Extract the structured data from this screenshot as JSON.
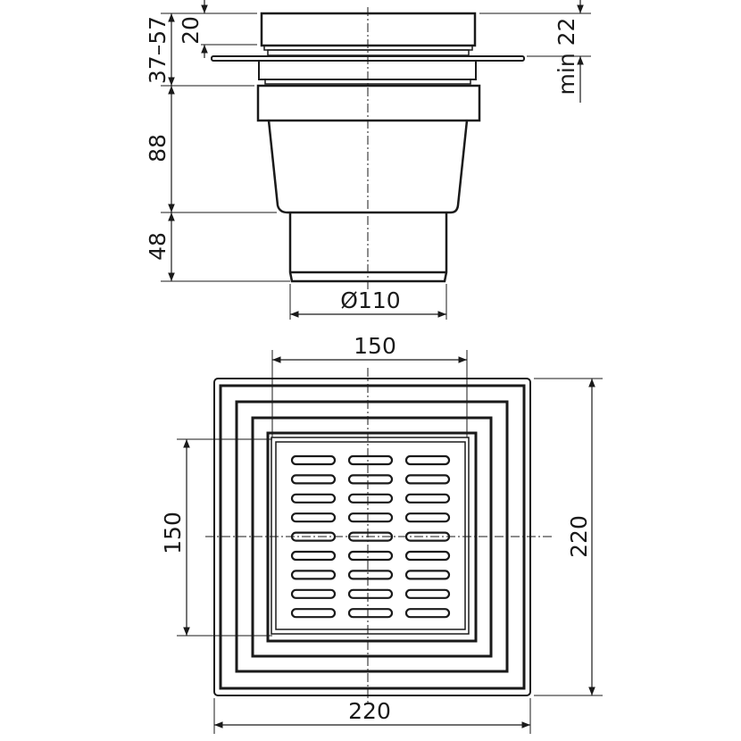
{
  "side_view": {
    "dimensions": {
      "total_height_adjustable": "37–57",
      "top_ring": "20",
      "body": "88",
      "outlet": "48",
      "outlet_diameter": "Ø110",
      "min_tile_height": "min 22"
    }
  },
  "top_view": {
    "dimensions": {
      "grate_width": "150",
      "grate_height": "150",
      "frame_width": "220",
      "frame_height": "220"
    },
    "grate": {
      "rows": 9,
      "columns": 3
    }
  },
  "colors": {
    "line": "#1a1a1a",
    "background": "#ffffff"
  }
}
